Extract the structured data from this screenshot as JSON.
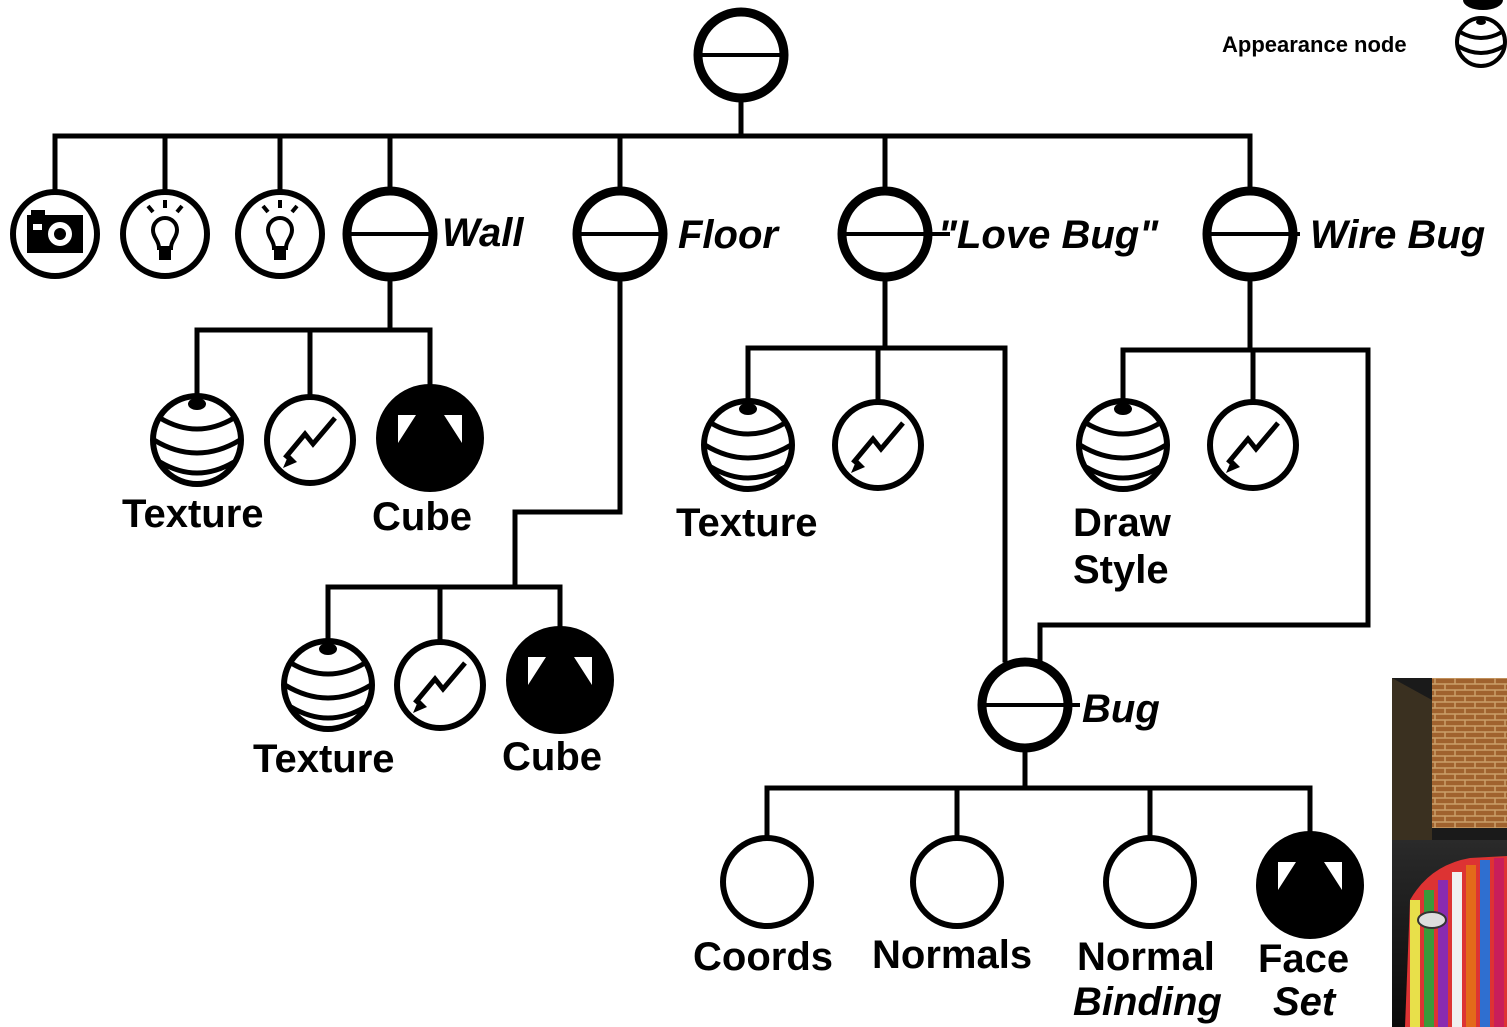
{
  "legend": {
    "appearance_label": "Appearance node"
  },
  "labels": {
    "wall": "Wall",
    "floor": "Floor",
    "love_bug": "\"Love Bug\"",
    "wire_bug": "Wire Bug",
    "bug": "Bug",
    "wall_texture": "Texture",
    "wall_cube": "Cube",
    "floor_texture": "Texture",
    "floor_cube": "Cube",
    "lovebug_texture": "Texture",
    "drawstyle_line1": "Draw",
    "drawstyle_line2": "Style",
    "coords": "Coords",
    "normals": "Normals",
    "normal_binding_line1": "Normal",
    "normal_binding_line2": "Binding",
    "face_set_line1": "Face",
    "face_set_line2": "Set"
  },
  "icons": {
    "group": "group-node-icon",
    "camera": "camera-icon",
    "light": "light-bulb-icon",
    "appearance": "appearance-sphere-icon",
    "transform": "transform-arrow-icon",
    "shape": "shape-icon",
    "property": "property-node-icon"
  },
  "colors": {
    "ink": "#000000",
    "background": "#ffffff"
  }
}
